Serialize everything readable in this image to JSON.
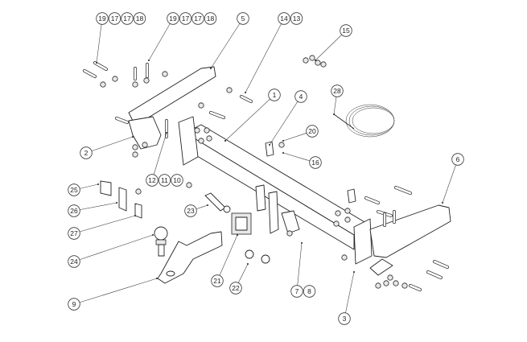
{
  "diagram": {
    "callouts": [
      [
        "19",
        "17",
        "17",
        "18"
      ],
      [
        "19",
        "17",
        "17",
        "18"
      ],
      [
        "5"
      ],
      [
        "14",
        "13"
      ],
      [
        "15"
      ],
      [
        "1"
      ],
      [
        "4"
      ],
      [
        "28"
      ],
      [
        "20"
      ],
      [
        "16"
      ],
      [
        "2"
      ],
      [
        "12",
        "11",
        "10"
      ],
      [
        "6"
      ],
      [
        "25"
      ],
      [
        "26"
      ],
      [
        "27"
      ],
      [
        "23"
      ],
      [
        "24"
      ],
      [
        "21"
      ],
      [
        "22"
      ],
      [
        "7",
        "8"
      ],
      [
        "9"
      ],
      [
        "3"
      ]
    ]
  }
}
